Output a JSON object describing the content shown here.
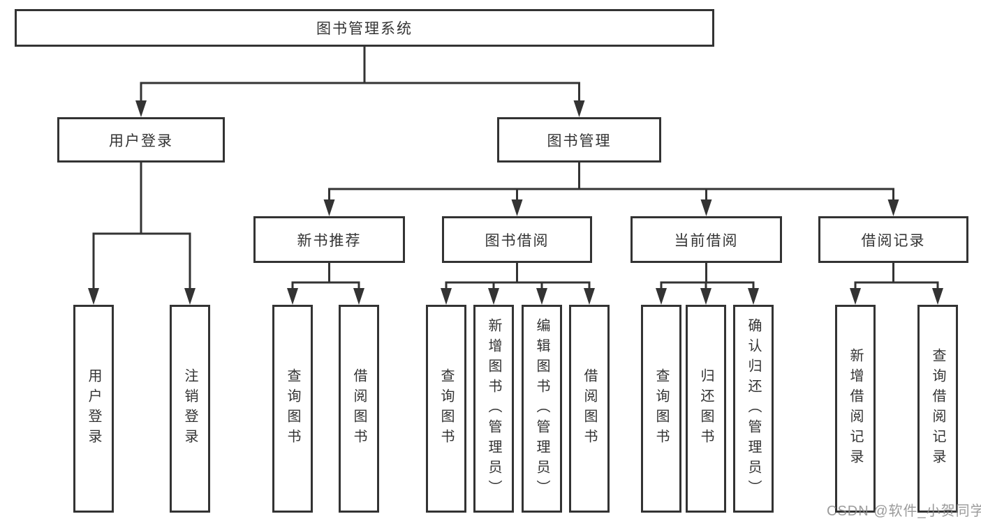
{
  "diagram": {
    "root": {
      "label": "图书管理系统"
    },
    "level2": [
      {
        "label": "用户登录"
      },
      {
        "label": "图书管理"
      }
    ],
    "level3": [
      {
        "label": "新书推荐"
      },
      {
        "label": "图书借阅"
      },
      {
        "label": "当前借阅"
      },
      {
        "label": "借阅记录"
      }
    ],
    "leaves": {
      "user_login": [
        {
          "label": "用户登录"
        },
        {
          "label": "注销登录"
        }
      ],
      "new_books": [
        {
          "label": "查询图书"
        },
        {
          "label": "借阅图书"
        }
      ],
      "book_borrow": [
        {
          "label": "查询图书"
        },
        {
          "label": "新增图书（管理员）"
        },
        {
          "label": "编辑图书（管理员）"
        },
        {
          "label": "借阅图书"
        }
      ],
      "current_borrow": [
        {
          "label": "查询图书"
        },
        {
          "label": "归还图书"
        },
        {
          "label": "确认归还（管理员）"
        }
      ],
      "borrow_records": [
        {
          "label": "新增借阅记录"
        },
        {
          "label": "查询借阅记录"
        }
      ]
    },
    "colors": {
      "line": "#333333",
      "text": "#333333",
      "background": "#ffffff",
      "watermark": "#8a8a8a"
    },
    "watermark": "CSDN @软件_小贺同学"
  }
}
